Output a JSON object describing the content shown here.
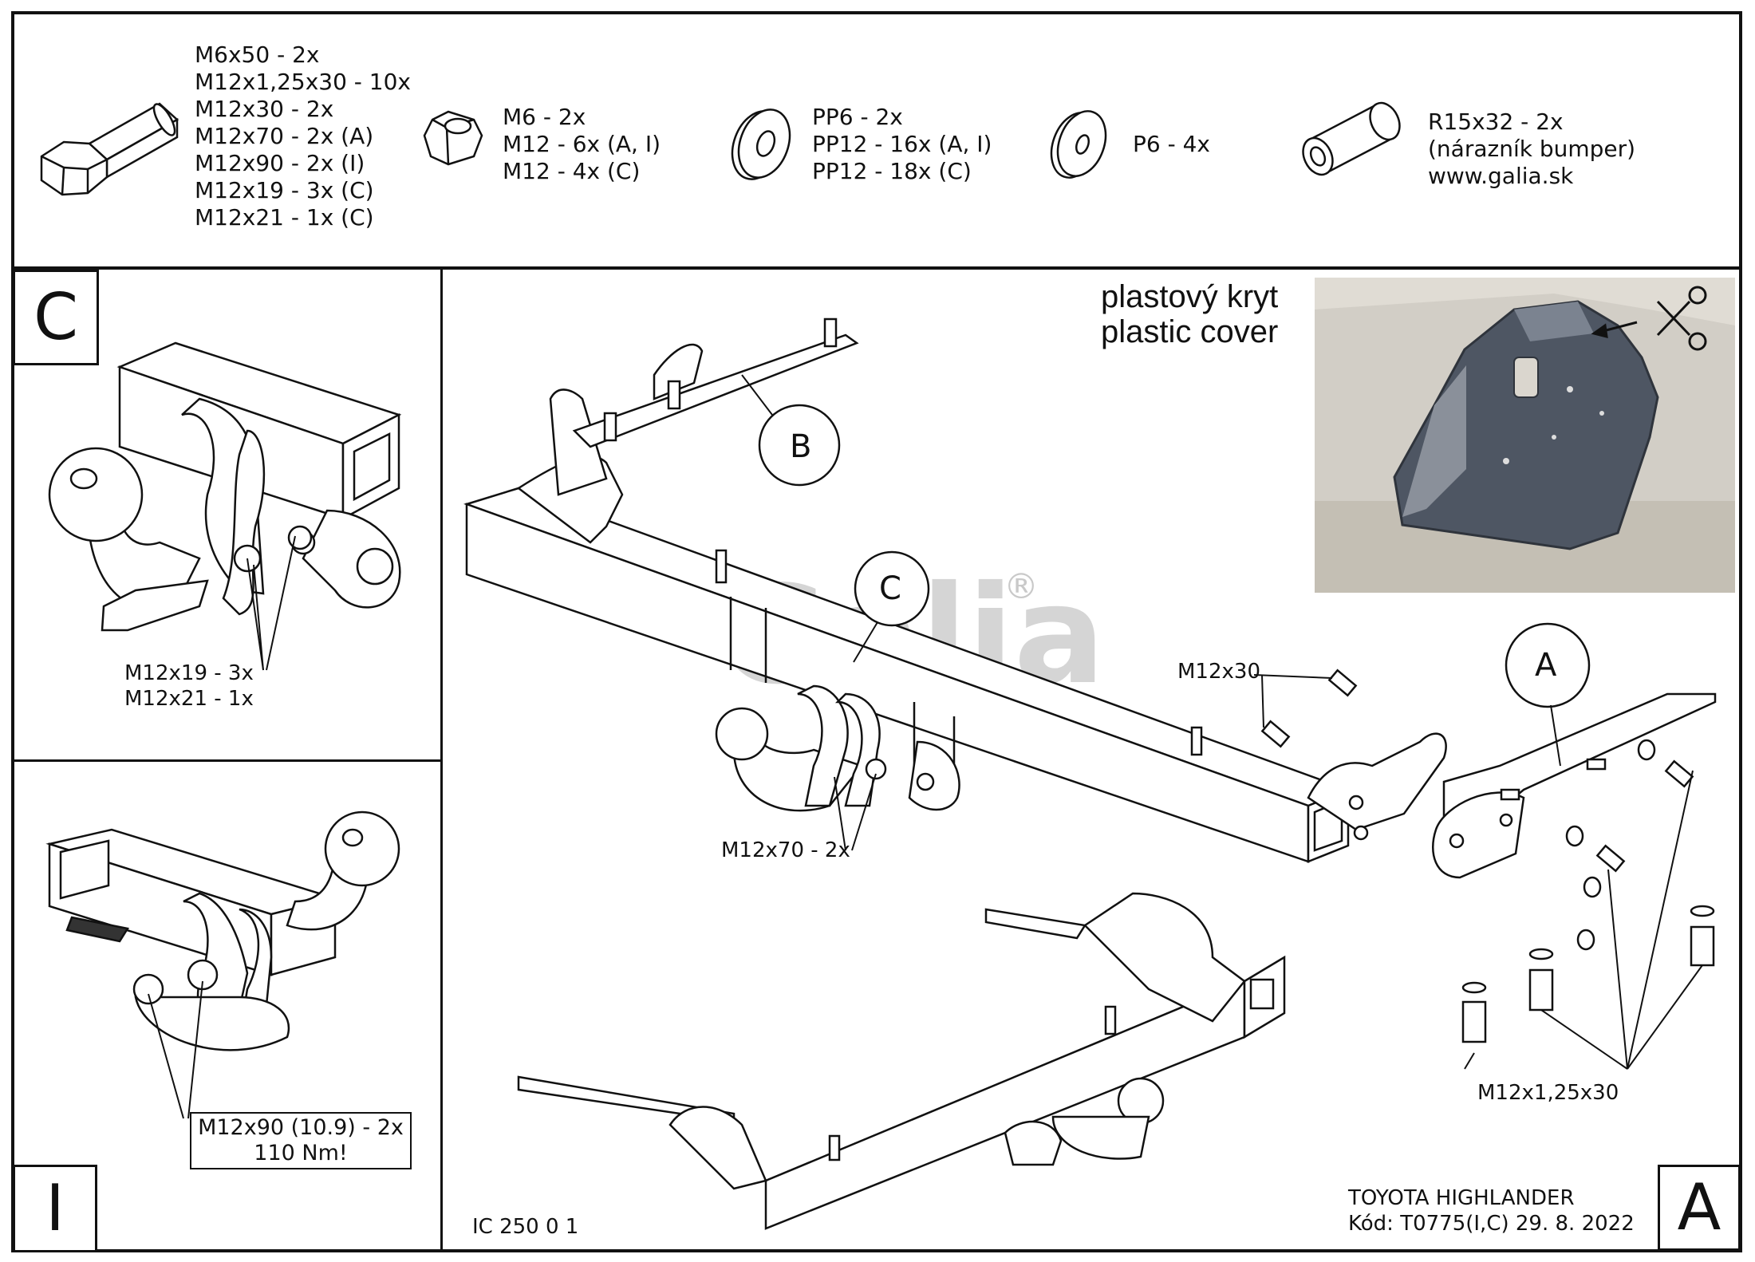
{
  "parts": {
    "bolts": [
      "M6x50 - 2x",
      "M12x1,25x30 - 10x",
      "M12x30 - 2x",
      "M12x70 - 2x (A)",
      "M12x90 - 2x (I)",
      "M12x19 - 3x (C)",
      "M12x21 - 1x (C)"
    ],
    "nuts": [
      "M6 - 2x",
      "M12 - 6x (A, I)",
      "M12 - 4x (C)"
    ],
    "washers_flat": [
      "PP6 - 2x",
      "PP12 - 16x (A, I)",
      "PP12 - 18x (C)"
    ],
    "washers_spring": [
      "P6 - 4x"
    ],
    "spacer": [
      "R15x32 - 2x",
      "(nárazník bumper)",
      "www.galia.sk"
    ]
  },
  "panels": {
    "c": {
      "letter": "C",
      "labels": [
        "M12x19 - 3x",
        "M12x21 - 1x"
      ]
    },
    "i": {
      "letter": "I",
      "torque": [
        "M12x90 (10.9) - 2x",
        "110 Nm!"
      ]
    },
    "a": {
      "letter": "A"
    }
  },
  "main": {
    "cover_note": [
      "plastový kryt",
      "plastic cover"
    ],
    "callouts": {
      "b": "B",
      "c": "C",
      "a": "A"
    },
    "labels": {
      "m12x30": "M12x30",
      "m12x70": "M12x70 - 2x",
      "m12x125": "M12x1,25x30"
    },
    "watermark": "Galia",
    "reg": "®",
    "code": "IC 250 0 1",
    "vehicle": [
      "TOYOTA HIGHLANDER",
      "Kód: T0775(I,C)   29. 8. 2022"
    ]
  }
}
